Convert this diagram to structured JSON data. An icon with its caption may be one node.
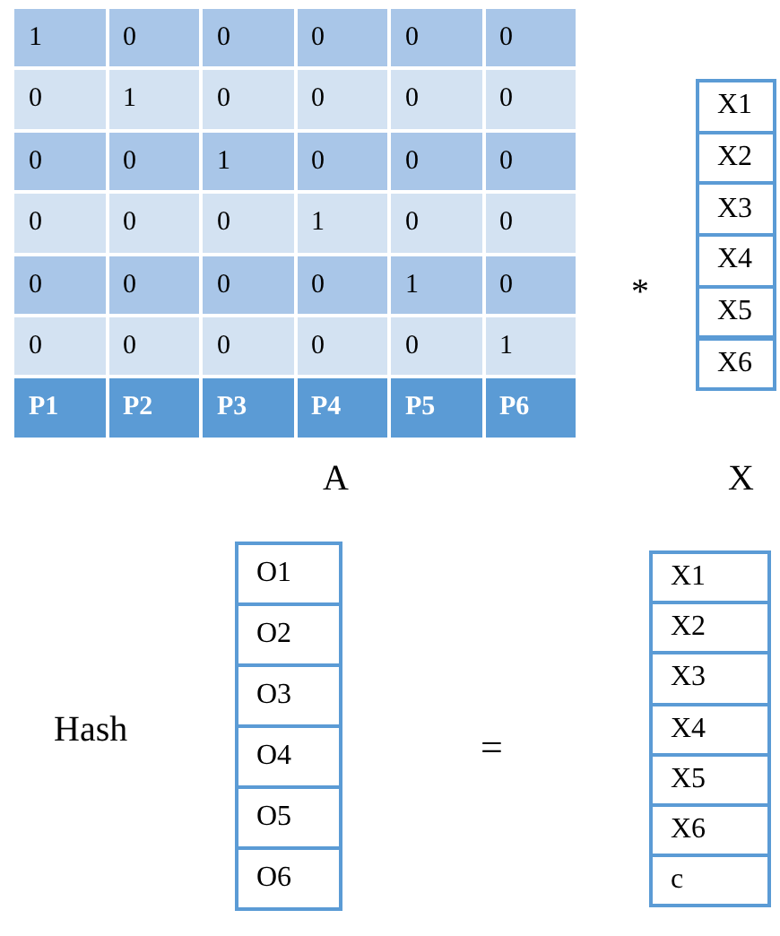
{
  "diagram": {
    "nodes": [
      {
        "text": [
          "1",
          "0",
          "0",
          "0",
          "0",
          "0",
          "0",
          "1",
          "0",
          "0",
          "0",
          "0",
          "0",
          "0",
          "1",
          "0",
          "0",
          "0",
          "0",
          "0",
          "0",
          "1",
          "0",
          "0",
          "0",
          "0",
          "0",
          "0",
          "1",
          "0",
          "0",
          "0",
          "0",
          "0",
          "0",
          "1",
          "P1",
          "P2",
          "P3",
          "P4",
          "P5",
          "P6"
        ],
        "beside": [
          "A"
        ]
      },
      {
        "text": [
          "X1",
          "X2",
          "X3",
          "X4",
          "X5",
          "X6"
        ],
        "beside": [
          "X"
        ]
      },
      {
        "text": [
          "O1",
          "O2",
          "O3",
          "O4",
          "O5",
          "O6"
        ]
      },
      {
        "text": [
          "X1",
          "X2",
          "X3",
          "X4",
          "X5",
          "X6",
          "c"
        ]
      }
    ],
    "labels": [
      "*",
      "Hash",
      "="
    ]
  }
}
